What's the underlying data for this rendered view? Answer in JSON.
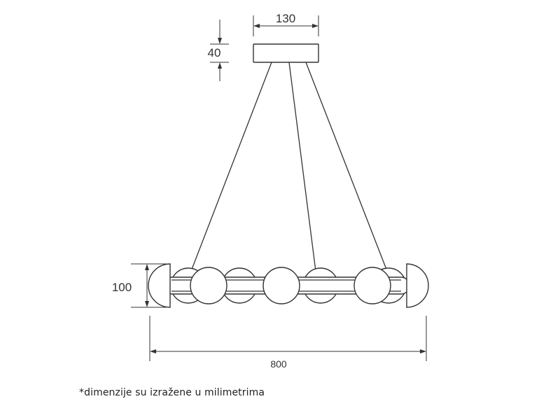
{
  "dimensions": {
    "canopy_width": "130",
    "canopy_height": "40",
    "ring_height": "100",
    "total_width": "800"
  },
  "footnote": "*dimenzije su izražene u milimetrima",
  "colors": {
    "line": "#333333",
    "background": "#ffffff"
  }
}
